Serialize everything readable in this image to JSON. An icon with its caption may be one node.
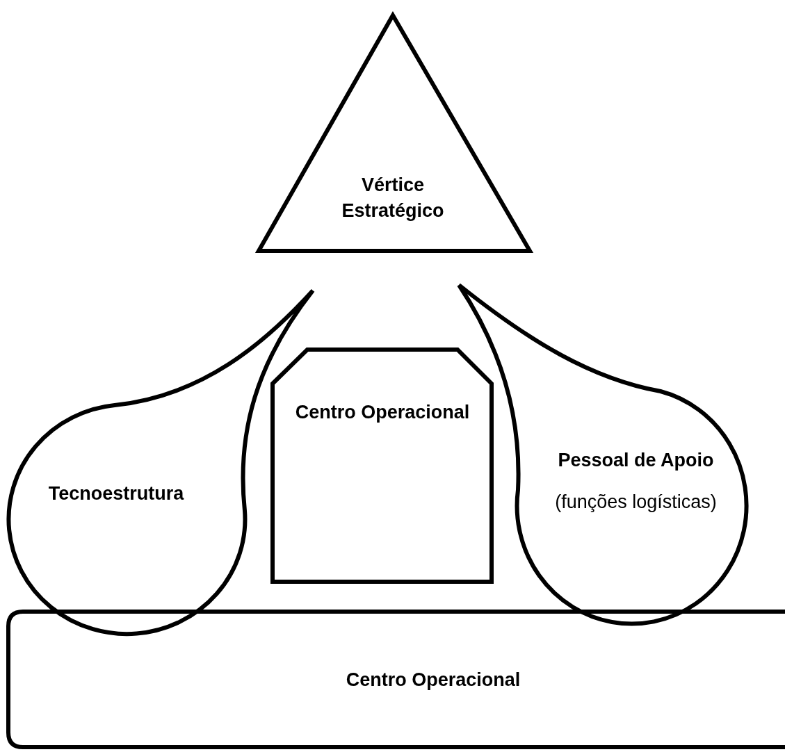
{
  "diagram": {
    "nodes": [
      {
        "text": [
          "Vértice Estratégico"
        ]
      },
      {
        "text": [
          "Tecnoestrutura"
        ]
      },
      {
        "text": [
          "Centro Operacional"
        ]
      },
      {
        "text": [
          "**Pessoal de Apoio** (funções logísticas)"
        ]
      },
      {
        "text": [
          "Centro Operacional"
        ]
      }
    ]
  }
}
